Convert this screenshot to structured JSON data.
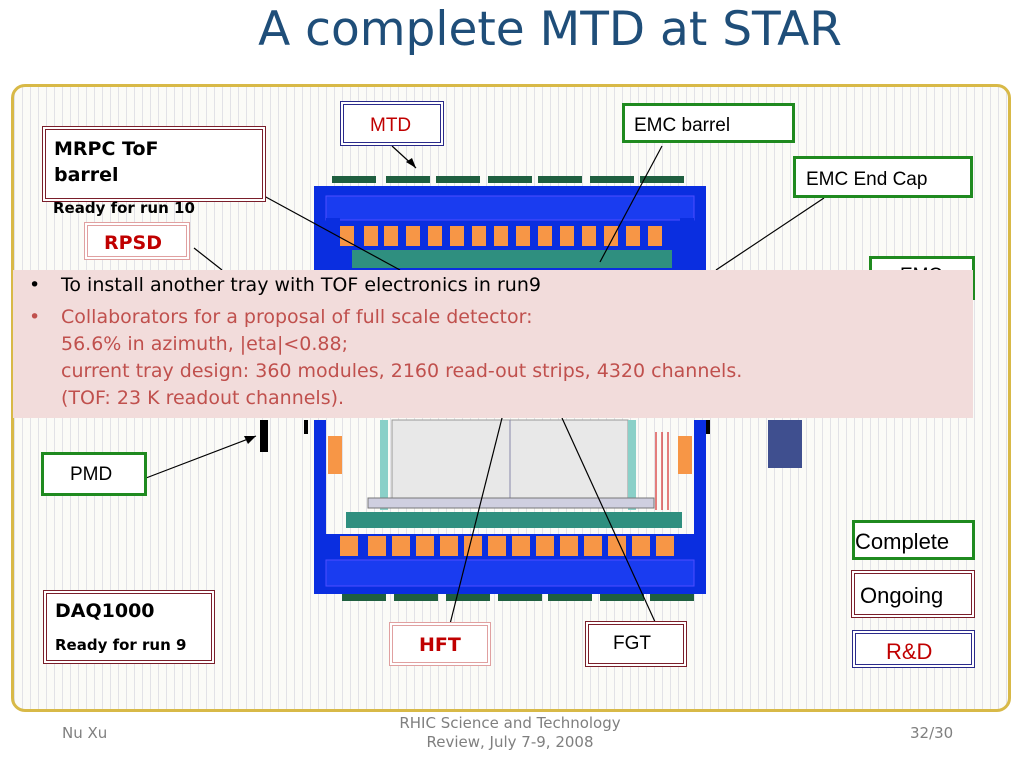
{
  "slide": {
    "title": "A complete MTD at STAR"
  },
  "labels": {
    "mtd": "MTD",
    "emc_barrel": "EMC barrel",
    "emc_end_cap": "EMC End Cap",
    "emc_partial": "EMC",
    "mrpc_title_line1": "MRPC ToF",
    "mrpc_title_line2": "barrel",
    "mrpc_status": "Ready for run 10",
    "rpsd": "RPSD",
    "pmd": "PMD",
    "daq_title": "DAQ1000",
    "daq_status": "Ready for run 9",
    "hft": "HFT",
    "fgt": "FGT"
  },
  "legend": {
    "complete": "Complete",
    "ongoing": "Ongoing",
    "rnd": "R&D"
  },
  "bullets": {
    "item1": "To install another tray with TOF electronics in run9",
    "item2_line1": "Collaborators for a proposal of full scale detector:",
    "item2_line2": "56.6% in azimuth, |eta|<0.88;",
    "item2_line3": "current tray design: 360 modules, 2160 read-out strips, 4320 channels.",
    "item2_line4": "(TOF: 23 K readout channels).",
    "bullet_char": "•"
  },
  "footer": {
    "author": "Nu Xu",
    "event_line1": "RHIC Science and Technology",
    "event_line2": "Review, July 7-9, 2008",
    "page": "32/30"
  },
  "colors": {
    "title": "#1f4e79",
    "complete_border": "#1f8a1f",
    "ongoing_border": "#7a1e2a",
    "rnd_border": "#2a2a8a",
    "red_text": "#c00000",
    "bullet_pink_bg": "#f2dcdb",
    "bullet_red": "#c0504d",
    "magnet_blue": "#0a2ee0",
    "emc_orange": "#f79646",
    "mtd_green": "#1f5f3f"
  }
}
